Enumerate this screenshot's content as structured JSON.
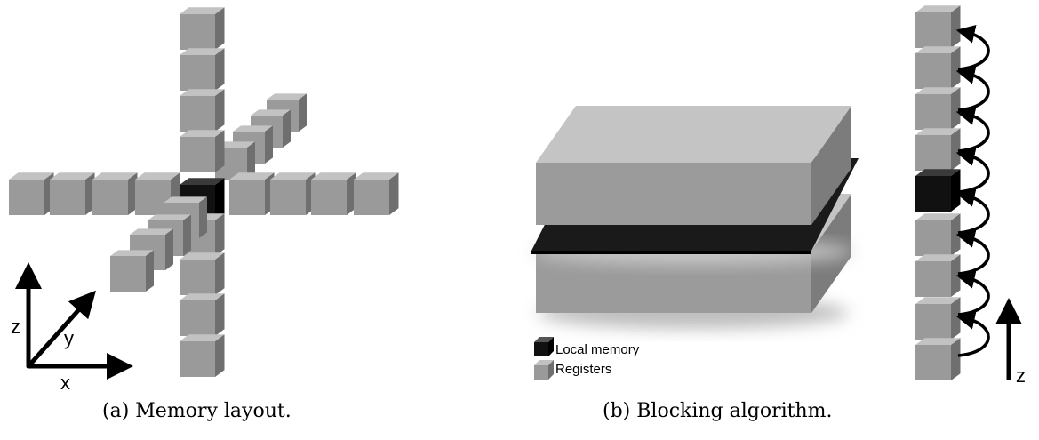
{
  "panel_a": {
    "caption": "(a) Memory layout.",
    "axes": {
      "x": "x",
      "y": "y",
      "z": "z"
    }
  },
  "panel_b": {
    "caption": "(b) Blocking algorithm.",
    "legend": [
      {
        "label": "Local memory",
        "color": "#111111"
      },
      {
        "label": "Registers",
        "color": "#9a9a9a"
      }
    ],
    "axis_label": "z"
  },
  "colors": {
    "cube_face": "#9a9a9a",
    "cube_top": "#c2c2c2",
    "cube_side": "#6f6f6f",
    "center_cube": "#111111"
  }
}
